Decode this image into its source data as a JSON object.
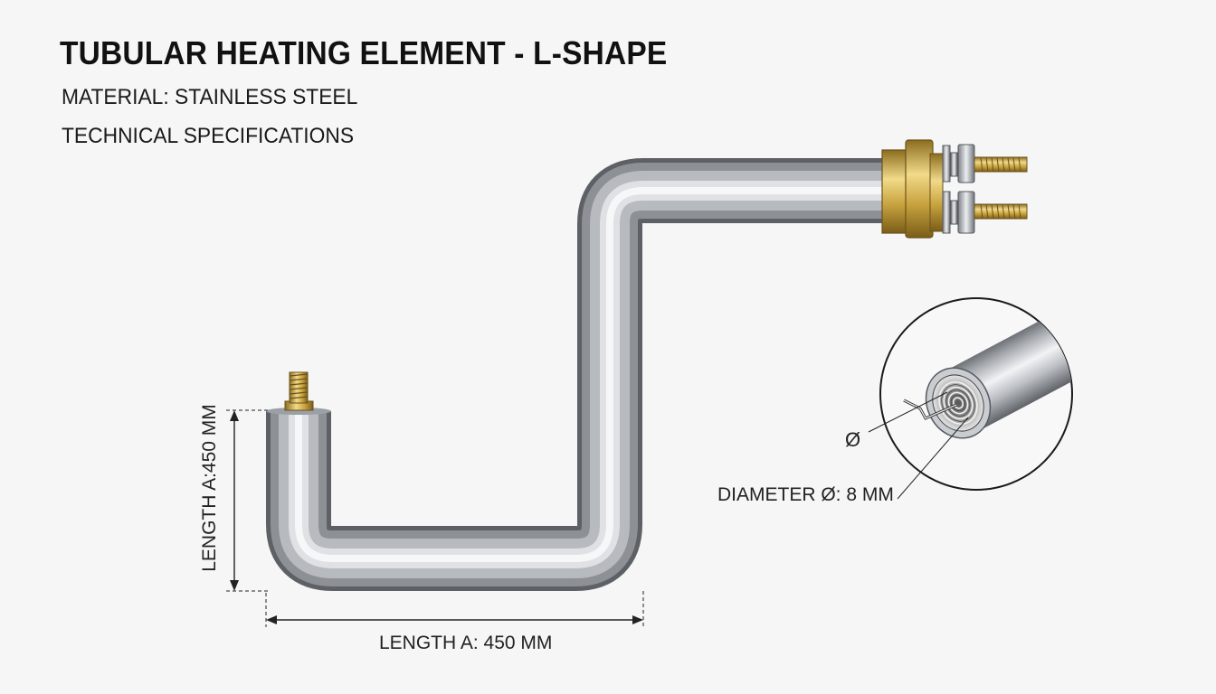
{
  "header": {
    "title": "TUBULAR HEATING ELEMENT - L-SHAPE",
    "material": "MATERIAL: STAINLESS STEEL",
    "specs_heading": "TECHNICAL SPECIFICATIONS"
  },
  "dimensions": {
    "length_vertical": "LENGTH A:450 MM",
    "length_horizontal": "LENGTH A: 450 MM",
    "diameter": "DIAMETER Ø: 8 MM",
    "diameter_symbol": "Ø"
  },
  "colors": {
    "background": "#f6f6f6",
    "steel_light": "#f2f3f5",
    "steel_mid": "#b9bcc1",
    "steel_dark": "#6e7277",
    "brass_light": "#f1da8a",
    "brass_dark": "#8c6d1f",
    "dimension_line": "#222222"
  },
  "icons": [
    "brass-terminal-icon",
    "threaded-stud-icon",
    "heating-coil-detail-icon"
  ]
}
